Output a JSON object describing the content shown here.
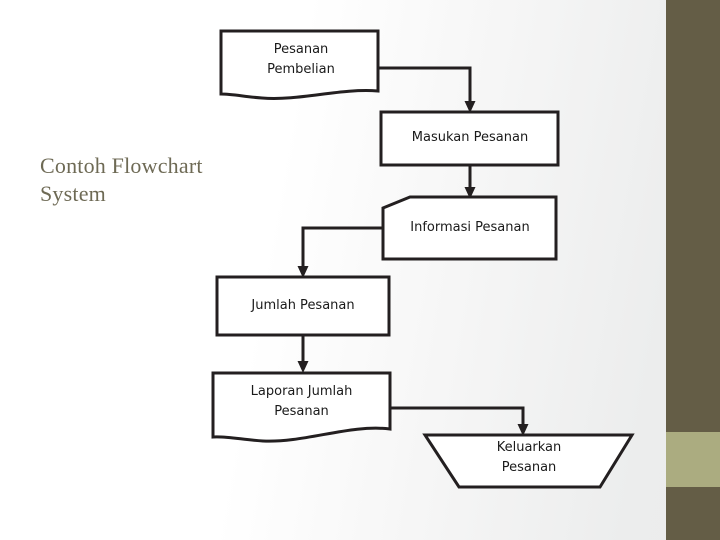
{
  "slide": {
    "title": "Contoh Flowchart\nSystem",
    "background_left_color": "#ffffff",
    "background_right_color": "#ebecec"
  },
  "decor": {
    "bar_dark_color": "#645D46",
    "bar_light_color": "#ABAC80",
    "bar_top_label": "right-sidebar-dark-upper",
    "bar_mid_label": "right-sidebar-light-accent",
    "bar_bottom_label": "right-sidebar-dark-lower"
  },
  "flowchart": {
    "line_color": "#231F20",
    "shape_fill": "#ffffff",
    "nodes": [
      {
        "id": "pesanan-pembelian",
        "label": "Pesanan\nPembelian",
        "shape": "document"
      },
      {
        "id": "masukan-pesanan",
        "label": "Masukan Pesanan",
        "shape": "process"
      },
      {
        "id": "informasi-pesanan",
        "label": "Informasi Pesanan",
        "shape": "card"
      },
      {
        "id": "jumlah-pesanan",
        "label": "Jumlah Pesanan",
        "shape": "process"
      },
      {
        "id": "laporan-jumlah",
        "label": "Laporan Jumlah\nPesanan",
        "shape": "document"
      },
      {
        "id": "keluarkan-pesanan",
        "label": "Keluarkan\nPesanan",
        "shape": "manual-operation"
      }
    ],
    "edges": [
      {
        "from": "pesanan-pembelian",
        "to": "masukan-pesanan"
      },
      {
        "from": "masukan-pesanan",
        "to": "informasi-pesanan"
      },
      {
        "from": "informasi-pesanan",
        "to": "jumlah-pesanan"
      },
      {
        "from": "jumlah-pesanan",
        "to": "laporan-jumlah"
      },
      {
        "from": "laporan-jumlah",
        "to": "keluarkan-pesanan"
      }
    ]
  }
}
